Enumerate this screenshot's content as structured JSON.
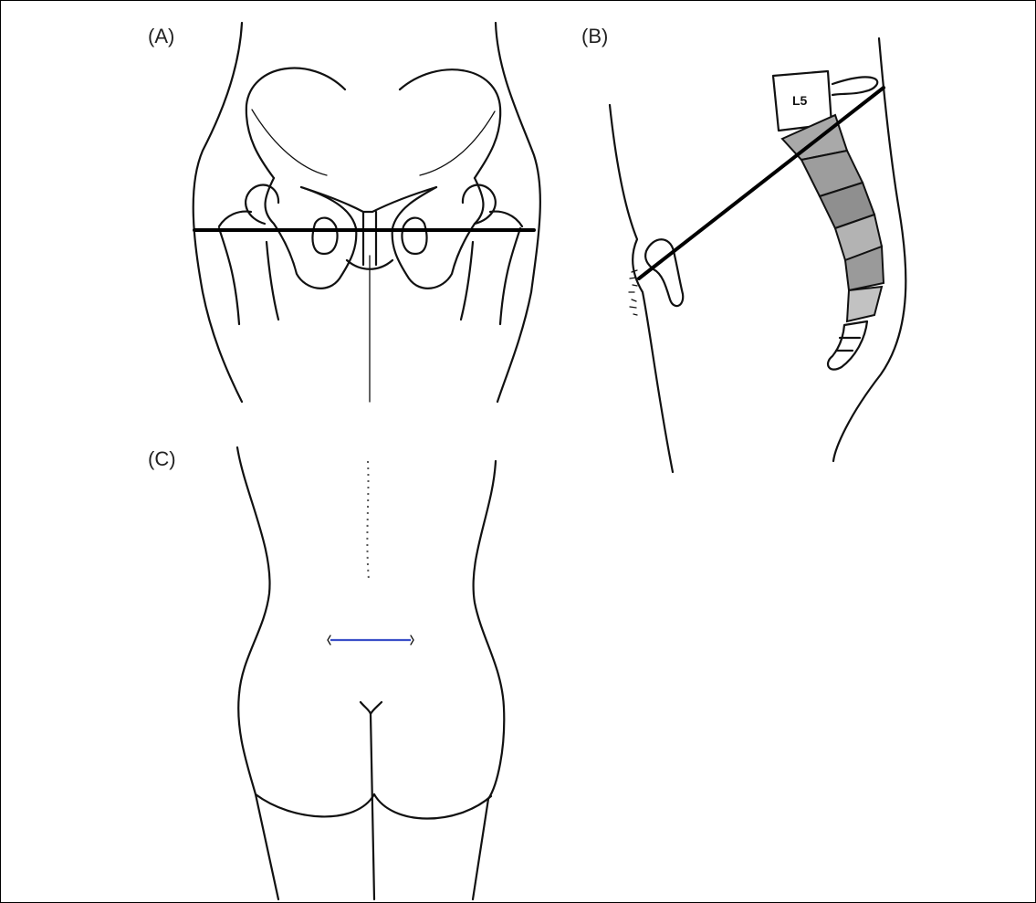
{
  "panels": [
    {
      "id": "A",
      "label": "(A)"
    },
    {
      "id": "B",
      "label": "(B)"
    },
    {
      "id": "C",
      "label": "(C)"
    }
  ],
  "vertebra_label": "L5",
  "colors": {
    "ink": "#111111",
    "incision_line": "#3a4fc8",
    "sacrum_fill": "#a9a9a9"
  }
}
